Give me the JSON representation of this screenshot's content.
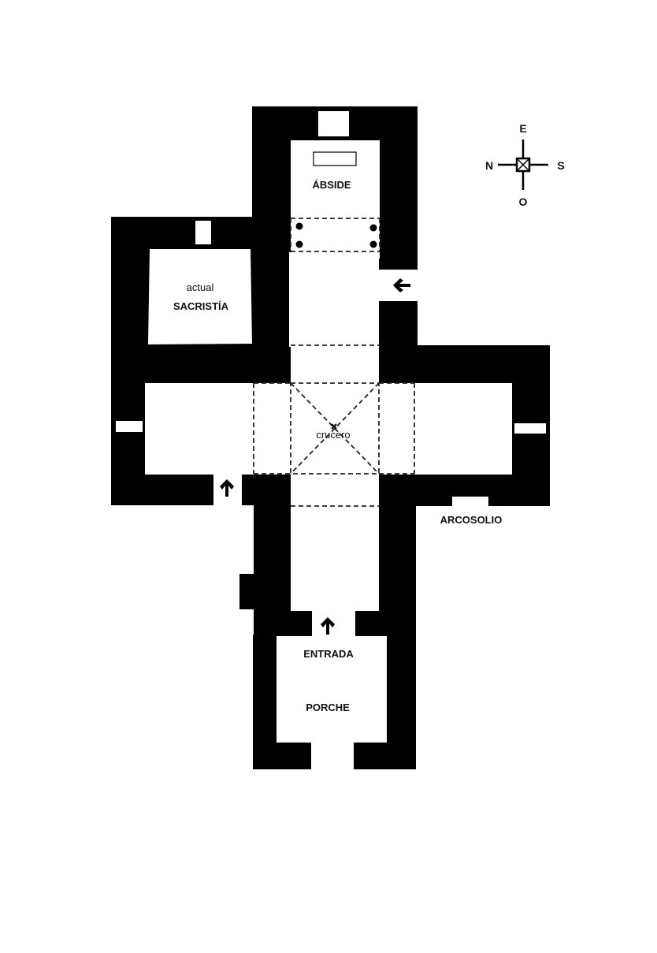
{
  "colors": {
    "wall": "#000000",
    "floor": "#ffffff",
    "text": "#111111"
  },
  "labels": {
    "abside": "ÁBSIDE",
    "sacristia_line1": "actual",
    "sacristia_line2": "SACRISTÍA",
    "crucero": "crucero",
    "arcosolio": "ARCOSOLIO",
    "entrada": "ENTRADA",
    "porche": "PORCHE"
  },
  "compass": {
    "north": "N",
    "east": "E",
    "south": "S",
    "west": "O"
  },
  "icons": {
    "entry_arrow": "arrow-up-icon",
    "side_arrow": "arrow-up-icon",
    "east_arrow": "arrow-left-icon",
    "compass": "compass-rose-icon"
  }
}
